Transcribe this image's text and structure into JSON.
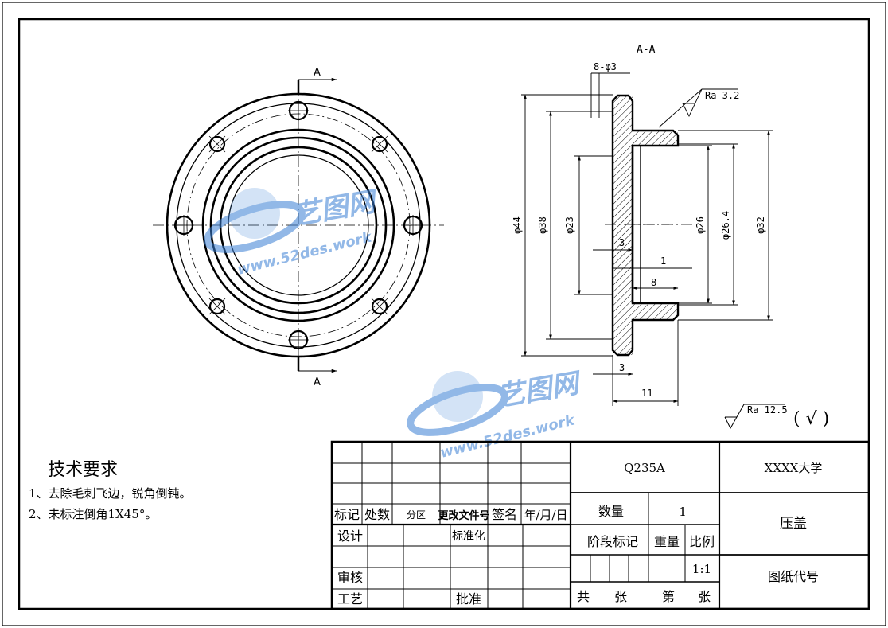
{
  "watermark": {
    "brand": "艺图网",
    "url": "www.52des.work",
    "color": "#3a7fd4"
  },
  "front_view": {
    "cut_mark": "A"
  },
  "section_view": {
    "title": "A-A",
    "holes": "8-φ3",
    "roughness": "Ra 3.2",
    "dims": {
      "d44": "φ44",
      "d38": "φ38",
      "d23": "φ23",
      "d26": "φ26",
      "d264": "φ26.4",
      "d32": "φ32",
      "w3a": "3",
      "w1": "1",
      "w8": "8",
      "w3b": "3",
      "w11": "11"
    }
  },
  "general_roughness": {
    "value": "Ra 12.5",
    "note": "( √ )"
  },
  "tech_requirements": {
    "title": "技术要求",
    "items": [
      "1、去除毛刺飞边，锐角倒钝。",
      "2、未标注倒角1X45°。"
    ]
  },
  "title_block": {
    "material": "Q235A",
    "school": "XXXX大学",
    "part_name": "压盖",
    "quantity_label": "数量",
    "quantity": "1",
    "stage_label": "阶段标记",
    "weight_label": "重量",
    "scale_label": "比例",
    "scale": "1:1",
    "drawing_no_label": "图纸代号",
    "sheet_total": "共",
    "sheet_zhang": "张",
    "sheet_no": "第",
    "sheet_zhang2": "张",
    "rev_headers": [
      "标记",
      "处数",
      "分区",
      "更改文件号",
      "签名",
      "年/月/日"
    ],
    "design": "设计",
    "standardize": "标准化",
    "review": "审核",
    "process": "工艺",
    "approve": "批准"
  }
}
